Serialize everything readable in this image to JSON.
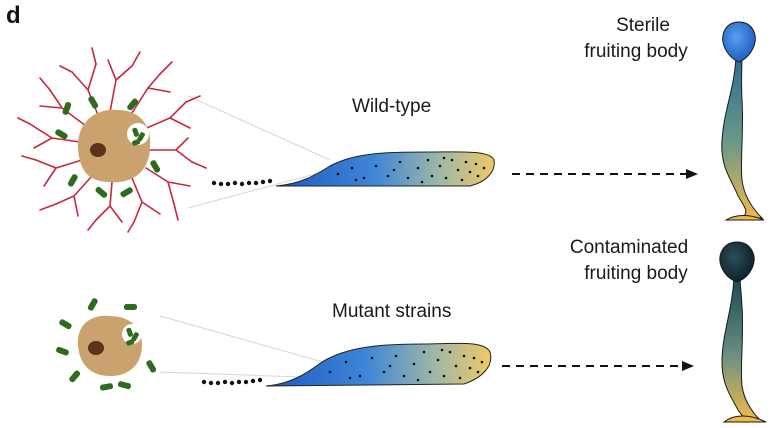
{
  "panel": {
    "letter": "d"
  },
  "rows": [
    {
      "id": "wild-type",
      "slug_label": "Wild-type",
      "fruiting_label_line1": "Sterile",
      "fruiting_label_line2": "fruiting body",
      "spore_color": "#4a86d8"
    },
    {
      "id": "mutant",
      "slug_label": "Mutant strains",
      "fruiting_label_line1": "Contaminated",
      "fruiting_label_line2": "fruiting body",
      "spore_color": "#12303a"
    }
  ],
  "colors": {
    "amoeba": "#c9a26e",
    "nucleus": "#5a3418",
    "bacteria": "#2f6b1f",
    "filopodia": "#c8283a",
    "slug_front": "#2f6fd1",
    "slug_back": "#e8c45a",
    "stalk_top": "#2a7d8f",
    "stalk_bottom": "#e8b54f"
  }
}
